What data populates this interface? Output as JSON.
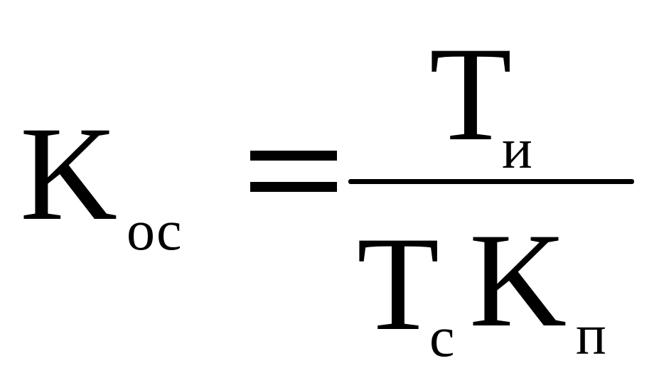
{
  "formula": {
    "lhs": {
      "symbol": "K",
      "subscript": "ос"
    },
    "equals": "=",
    "numerator": {
      "symbol": "T",
      "subscript": "и"
    },
    "denominator": [
      {
        "symbol": "T",
        "subscript": "с"
      },
      {
        "symbol": "K",
        "subscript": "п"
      }
    ]
  }
}
